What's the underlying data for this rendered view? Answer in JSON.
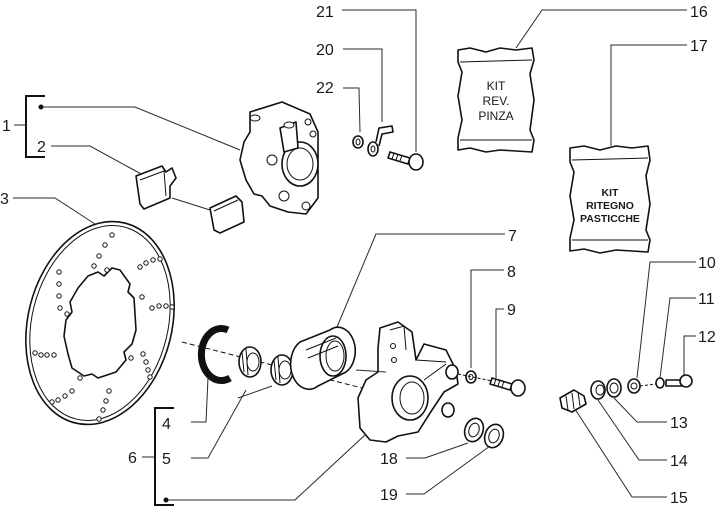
{
  "diagram": {
    "title": "Front brake caliper / disc exploded parts diagram",
    "colors": {
      "ink": "#111111",
      "background": "#ffffff"
    },
    "callouts": [
      {
        "id": "1",
        "label": "1",
        "part": "brake caliper assembly (group)"
      },
      {
        "id": "2",
        "label": "2",
        "part": "brake pads"
      },
      {
        "id": "3",
        "label": "3",
        "part": "brake disc"
      },
      {
        "id": "4",
        "label": "4",
        "part": "oil seal"
      },
      {
        "id": "5",
        "label": "5",
        "part": "roller bearings"
      },
      {
        "id": "6",
        "label": "6",
        "part": "hub / caliper support assembly (group)"
      },
      {
        "id": "7",
        "label": "7",
        "part": "bushing / drum ring"
      },
      {
        "id": "8",
        "label": "8",
        "part": "washer"
      },
      {
        "id": "9",
        "label": "9",
        "part": "screw"
      },
      {
        "id": "10",
        "label": "10",
        "part": "washer"
      },
      {
        "id": "11",
        "label": "11",
        "part": "spring washer"
      },
      {
        "id": "12",
        "label": "12",
        "part": "screw"
      },
      {
        "id": "13",
        "label": "13",
        "part": "washer"
      },
      {
        "id": "14",
        "label": "14",
        "part": "seal ring"
      },
      {
        "id": "15",
        "label": "15",
        "part": "speedometer drive gear"
      },
      {
        "id": "16",
        "label": "16",
        "part": "caliper overhaul kit"
      },
      {
        "id": "17",
        "label": "17",
        "part": "pad retainer kit"
      },
      {
        "id": "18",
        "label": "18",
        "part": "oil seal"
      },
      {
        "id": "19",
        "label": "19",
        "part": "oil seal"
      },
      {
        "id": "20",
        "label": "20",
        "part": "pad retaining clip"
      },
      {
        "id": "21",
        "label": "21",
        "part": "screw"
      },
      {
        "id": "22",
        "label": "22",
        "part": "washer"
      }
    ],
    "kits": {
      "kit16": {
        "lines": [
          "KIT",
          "REV.",
          "PINZA"
        ]
      },
      "kit17": {
        "lines": [
          "KIT",
          "RITEGNO",
          "PASTICCHE"
        ]
      }
    }
  }
}
